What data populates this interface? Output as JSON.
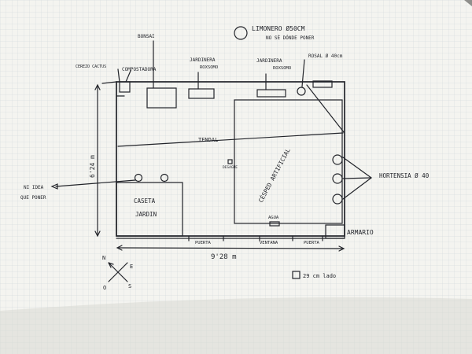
{
  "labels": {
    "limonero": "LIMONERO Ø50CM",
    "limonero_sub": "NO SÉ DÓNDE PONER",
    "bonsai": "BONSAI",
    "compostadora": "COMPOSTADORA",
    "cerezo_cactus": "CEREZO CACTUS",
    "jardinera_1": "JARDINERA",
    "jardinera_1_sub": "ROXSOMO",
    "jardinera_2": "JARDINERA",
    "jardinera_2_sub": "ROXSOMO",
    "rosal": "ROSAL Ø 40cm",
    "tendal": "TENDAL",
    "cesped": "CÉSPED ARTIFICIAL",
    "desague": "DESAGÜE",
    "agua": "AGUA",
    "hortensia": "HORTENSIA Ø 40",
    "ni_idea": "NI IDEA",
    "que_poner": "QUE PONER",
    "caseta": "CASETA",
    "jardin": "JARDIN",
    "puerta_1": "PUERTA",
    "ventana": "VENTANA",
    "puerta_2": "PUERTA",
    "armario": "ARMARIO",
    "dim_width": "9'28 m",
    "dim_height": "6'24 m",
    "scale": "29 cm lado"
  },
  "compass": {
    "n": "N",
    "e": "E",
    "s": "S",
    "o": "O"
  },
  "colors": {
    "paper": "#f4f4f0",
    "grid": "#cdd3d6",
    "ink": "#22242a"
  }
}
